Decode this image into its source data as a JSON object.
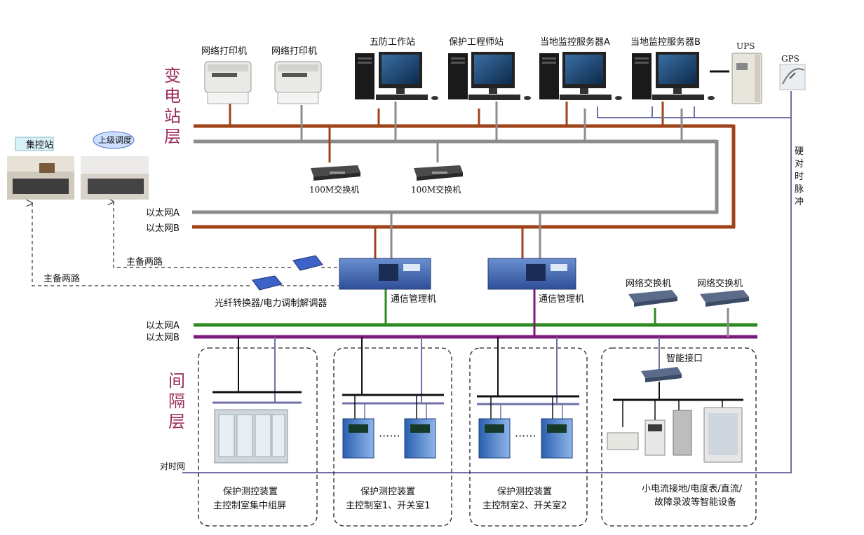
{
  "colors": {
    "ethernet_a_station": "#8c8c8c",
    "ethernet_b_station": "#a0421a",
    "ethernet_a_bay": "#2e8b22",
    "ethernet_b_bay": "#7a1a7a",
    "timing": "#7070a8",
    "layer_title": "#9b2c5c"
  },
  "layers": {
    "station": [
      "变",
      "电",
      "站",
      "层"
    ],
    "bay": [
      "间",
      "隔",
      "层"
    ]
  },
  "devices": {
    "printer1": "网络打印机",
    "printer2": "网络打印机",
    "wufang": "五防工作站",
    "engineer": "保护工程师站",
    "server_a": "当地监控服务器A",
    "server_b": "当地监控服务器B",
    "ups": "UPS",
    "gps": "GPS",
    "switch1": "100M交换机",
    "switch2": "100M交换机",
    "comm1": "通信管理机",
    "comm2": "通信管理机",
    "net_switch1": "网络交换机",
    "net_switch2": "网络交换机",
    "smart_interface": "智能接口",
    "fiber_converter": "光纤转换器/电力调制解调器",
    "control_center": "集控站",
    "dispatch": "上级调度"
  },
  "links": {
    "route1": "主备两路",
    "route2": "主备两路",
    "hard_pulse": [
      "硬",
      "对",
      "时",
      "脉",
      "冲"
    ]
  },
  "networks": {
    "station_a": "以太网A",
    "station_b": "以太网B",
    "bay_a": "以太网A",
    "bay_b": "以太网B",
    "timing": "对时网"
  },
  "groups": [
    {
      "line1": "保护测控装置",
      "line2": "主控制室集中组屏"
    },
    {
      "line1": "保护测控装置",
      "line2": "主控制室1、开关室1"
    },
    {
      "line1": "保护测控装置",
      "line2": "主控制室2、开关室2"
    },
    {
      "line1": "小电流接地/电度表/直流/",
      "line2": "故障录波等智能设备"
    }
  ]
}
